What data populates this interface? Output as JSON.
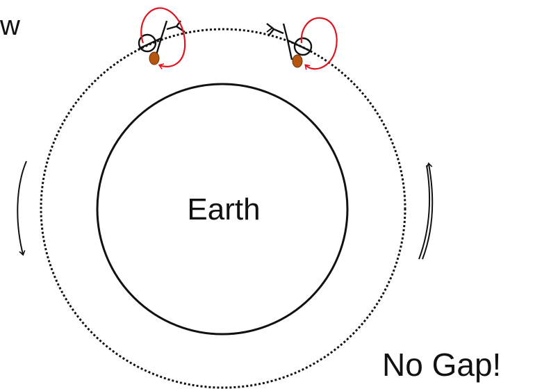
{
  "labels": {
    "corner_fragment": "w",
    "earth": "Earth",
    "no_gap": "No Gap!"
  },
  "colors": {
    "ink": "#111111",
    "spin_arrow": "#e0141e",
    "bob": "#b5560f"
  },
  "icons": {
    "left_arrow": "arrow-down-icon",
    "right_arrow": "arrow-up-icon"
  }
}
